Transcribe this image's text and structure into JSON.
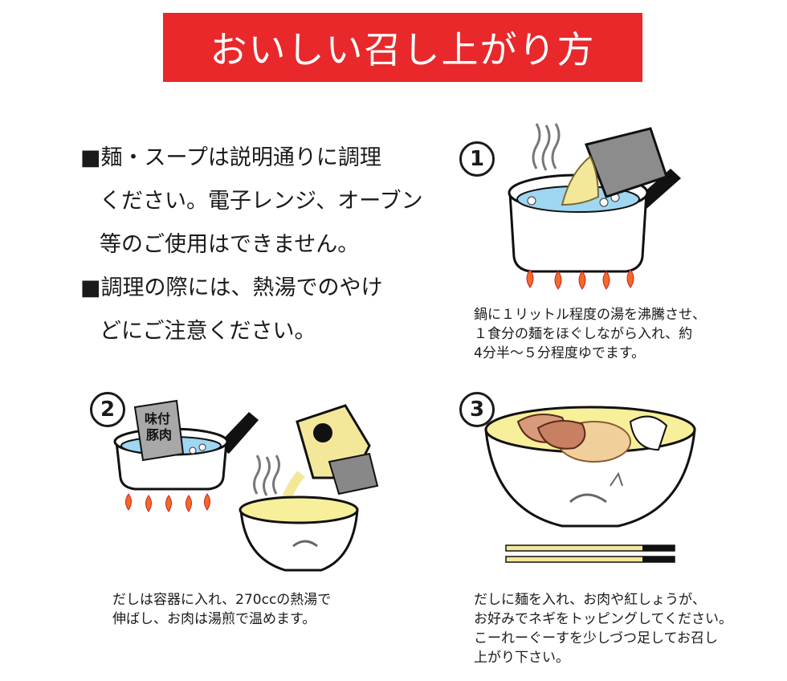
{
  "title": "おいしい召し上がり方",
  "notes": [
    {
      "lines": [
        "■麺・スープは説明通りに調理",
        "ください。電子レンジ、オーブン",
        "等のご使用はできません。"
      ]
    },
    {
      "lines": [
        "■調理の際には、熱湯でのやけ",
        "どにご注意ください。"
      ]
    }
  ],
  "steps": [
    {
      "number": "1",
      "lines": [
        "鍋に１リットル程度の湯を沸騰させ、",
        "１食分の麺をほぐしながら入れ、約",
        "4分半～５分程度ゆでます。"
      ]
    },
    {
      "number": "2",
      "lines": [
        "だしは容器に入れ、270ccの熱湯で",
        "伸ばし、お肉は湯煎で温めます。"
      ],
      "sachet_label": [
        "味付",
        "豚肉"
      ]
    },
    {
      "number": "3",
      "lines": [
        "だしに麺を入れ、お肉や紅しょうが、",
        "お好みでネギをトッピングしてください。",
        "こーれーぐーすを少しづつ足してお召し",
        "上がり下さい。"
      ]
    }
  ],
  "colors": {
    "banner": "#e8282b",
    "water": "#9fd6f2",
    "flame": "#f26a2a",
    "broth": "#f7ef9a",
    "noodle": "#f3e79a"
  }
}
